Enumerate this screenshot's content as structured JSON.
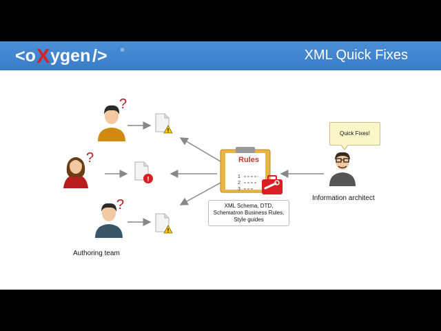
{
  "header": {
    "title": "XML Quick Fixes",
    "logo_text": "<oXygen/>",
    "colors": {
      "bar": "#3f83cf",
      "logo_white": "#ffffff",
      "logo_red": "#d7202b"
    }
  },
  "diagram": {
    "rules_title": "Rules",
    "rules_list": [
      "1",
      "2",
      "3"
    ],
    "rules_description": [
      "XML Schema, DTD,",
      "Schematron Business Rules,",
      "Style guides"
    ],
    "bubble_text": "Quick Fixes!",
    "authoring_team_label": "Authoring team",
    "information_architect_label": "Information architect",
    "question_mark": "?",
    "icons": [
      "user-icon",
      "document-warning-icon",
      "document-error-icon",
      "clipboard-icon",
      "toolbox-icon"
    ]
  }
}
